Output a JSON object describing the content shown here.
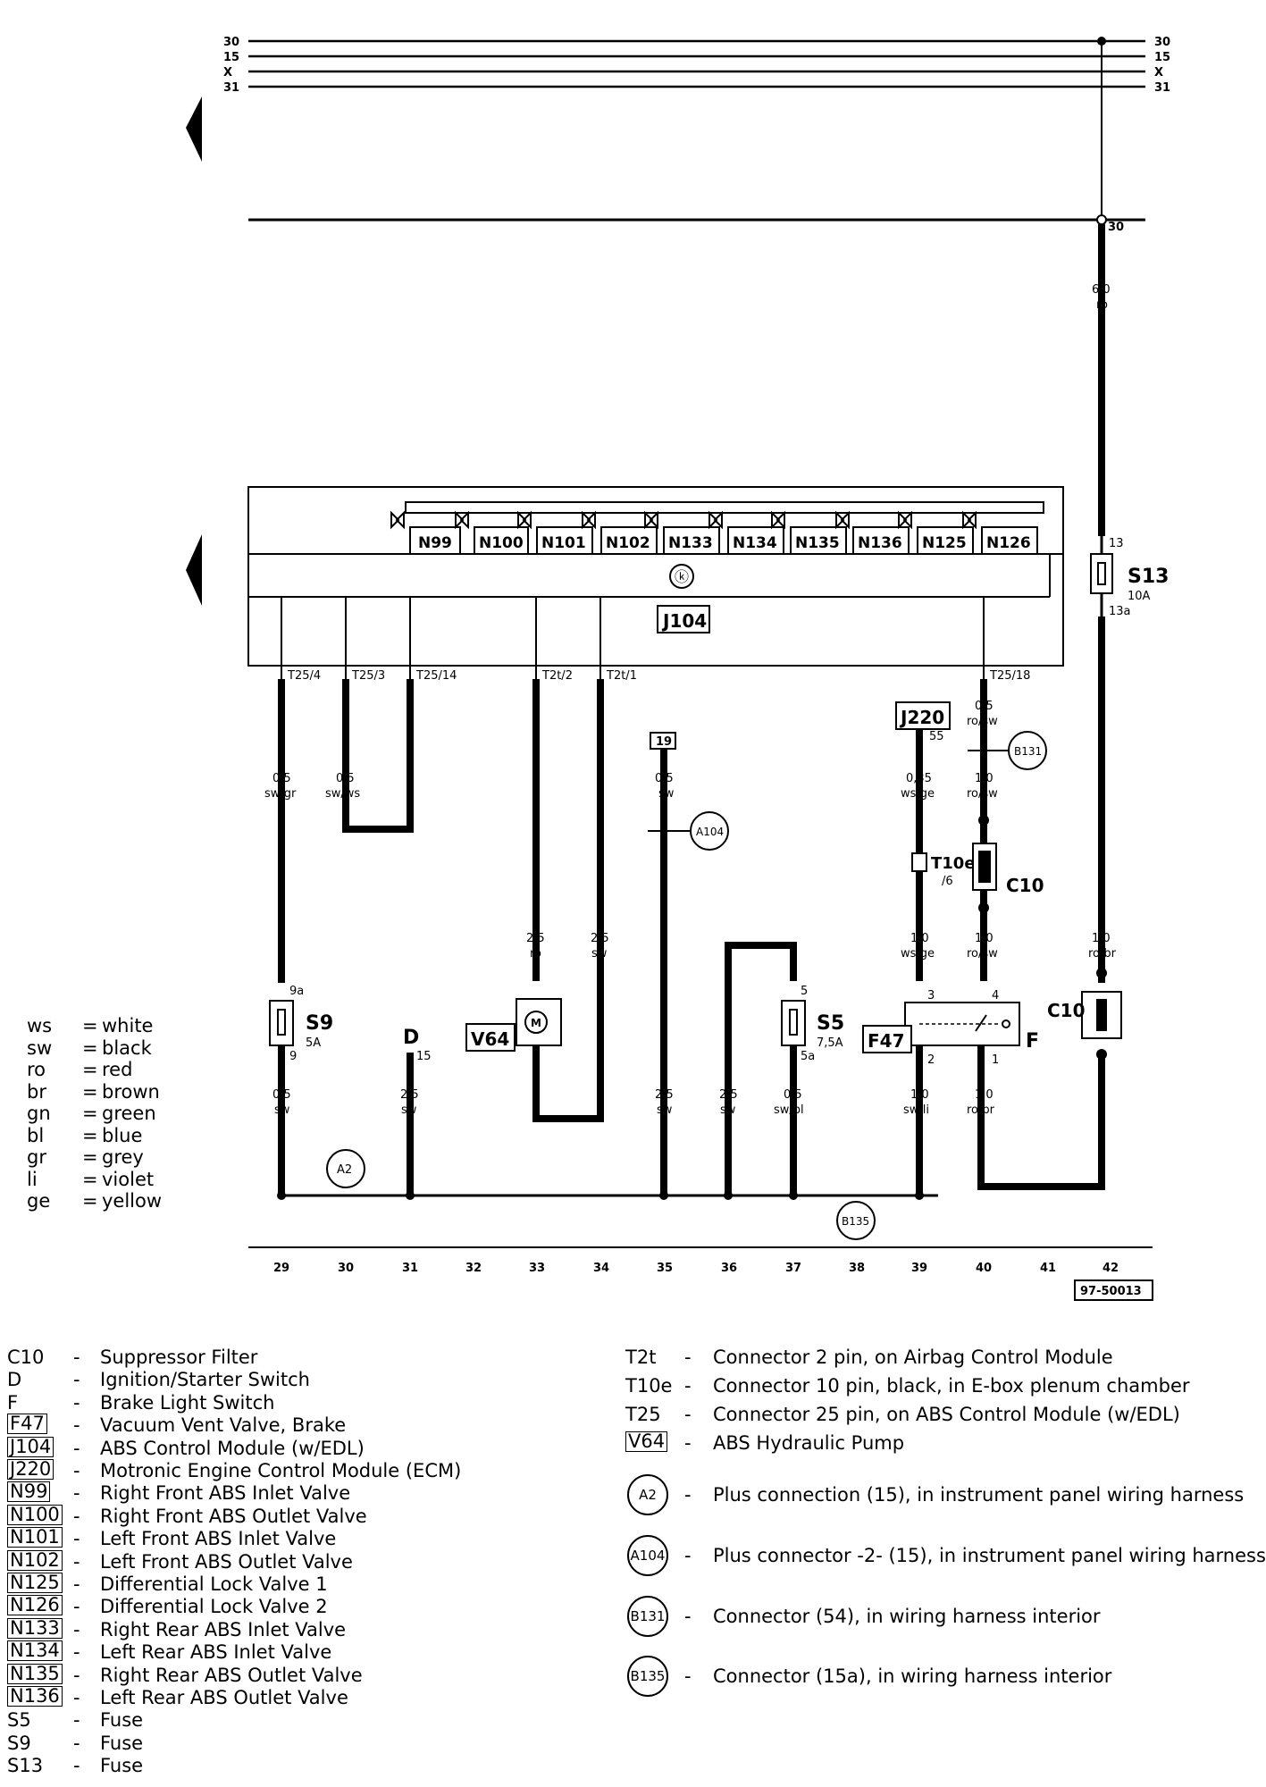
{
  "rails": [
    "30",
    "15",
    "X",
    "31"
  ],
  "rail30_tap_label": "30",
  "module": {
    "id": "J104",
    "valves": [
      "N99",
      "N100",
      "N101",
      "N102",
      "N133",
      "N134",
      "N135",
      "N136",
      "N125",
      "N126"
    ],
    "pins": [
      "T25/4",
      "T25/3",
      "T25/14",
      "T2t/2",
      "T2t/1",
      "T25/18"
    ]
  },
  "wires": [
    {
      "label": "6,0",
      "color": "ro"
    },
    {
      "label": "0,5",
      "color": "sw/gr"
    },
    {
      "label": "0,5",
      "color": "sw/ws"
    },
    {
      "label": "0,5",
      "color": "sw"
    },
    {
      "label": "0,35",
      "color": "ws/ge"
    },
    {
      "label": "0,5",
      "color": "ro/sw"
    },
    {
      "label": "1,0",
      "color": "ro/sw"
    },
    {
      "label": "2,5",
      "color": "ro"
    },
    {
      "label": "2,5",
      "color": "sw"
    },
    {
      "label": "1,0",
      "color": "ws/ge"
    },
    {
      "label": "1,0",
      "color": "ro/sw"
    },
    {
      "label": "1,0",
      "color": "ro/br"
    },
    {
      "label": "0,5",
      "color": "sw"
    },
    {
      "label": "2,5",
      "color": "sw"
    },
    {
      "label": "2,5",
      "color": "sw"
    },
    {
      "label": "2,5",
      "color": "sw"
    },
    {
      "label": "0,5",
      "color": "sw/bl"
    },
    {
      "label": "1,0",
      "color": "sw/li"
    },
    {
      "label": "1,0",
      "color": "ro/br"
    }
  ],
  "components": {
    "S13": {
      "name": "S13",
      "rating": "10A",
      "pin_top": "13",
      "pin_bottom": "13a"
    },
    "S9": {
      "name": "S9",
      "rating": "5A",
      "pin_top": "9a",
      "pin_bottom": "9"
    },
    "S5": {
      "name": "S5",
      "rating": "7,5A",
      "pin_top": "5",
      "pin_bottom": "5a"
    },
    "J220": {
      "name": "J220",
      "pin": "55"
    },
    "T10e": {
      "name": "T10e",
      "pin": "/6"
    },
    "C10a": "C10",
    "C10b": "C10",
    "V64": "V64",
    "F47": "F47",
    "F": "F",
    "D": {
      "name": "D",
      "pin": "15"
    },
    "ref19": "19",
    "F47_pins": [
      "3",
      "4",
      "2",
      "1"
    ]
  },
  "grounds": [
    "A2",
    "A104",
    "B131",
    "B135"
  ],
  "tracks": [
    "29",
    "30",
    "31",
    "32",
    "33",
    "34",
    "35",
    "36",
    "37",
    "38",
    "39",
    "40",
    "41",
    "42"
  ],
  "figure_id": "97-50013",
  "color_key": [
    {
      "code": "ws",
      "name": "white"
    },
    {
      "code": "sw",
      "name": "black"
    },
    {
      "code": "ro",
      "name": "red"
    },
    {
      "code": "br",
      "name": "brown"
    },
    {
      "code": "gn",
      "name": "green"
    },
    {
      "code": "bl",
      "name": "blue"
    },
    {
      "code": "gr",
      "name": "grey"
    },
    {
      "code": "li",
      "name": "violet"
    },
    {
      "code": "ge",
      "name": "yellow"
    }
  ],
  "legend_left": [
    {
      "code": "C10",
      "boxed": false,
      "desc": "Suppressor Filter"
    },
    {
      "code": "D",
      "boxed": false,
      "desc": "Ignition/Starter Switch"
    },
    {
      "code": "F",
      "boxed": false,
      "desc": "Brake Light Switch"
    },
    {
      "code": "F47",
      "boxed": true,
      "desc": "Vacuum Vent Valve, Brake"
    },
    {
      "code": "J104",
      "boxed": true,
      "desc": "ABS Control Module (w/EDL)"
    },
    {
      "code": "J220",
      "boxed": true,
      "desc": "Motronic Engine Control Module (ECM)"
    },
    {
      "code": "N99",
      "boxed": true,
      "desc": "Right Front ABS Inlet Valve"
    },
    {
      "code": "N100",
      "boxed": true,
      "desc": "Right Front ABS Outlet Valve"
    },
    {
      "code": "N101",
      "boxed": true,
      "desc": "Left Front ABS Inlet Valve"
    },
    {
      "code": "N102",
      "boxed": true,
      "desc": "Left Front ABS Outlet Valve"
    },
    {
      "code": "N125",
      "boxed": true,
      "desc": "Differential Lock Valve 1"
    },
    {
      "code": "N126",
      "boxed": true,
      "desc": "Differential Lock Valve 2"
    },
    {
      "code": "N133",
      "boxed": true,
      "desc": "Right Rear ABS Inlet Valve"
    },
    {
      "code": "N134",
      "boxed": true,
      "desc": "Left Rear ABS Inlet Valve"
    },
    {
      "code": "N135",
      "boxed": true,
      "desc": "Right Rear ABS Outlet Valve"
    },
    {
      "code": "N136",
      "boxed": true,
      "desc": "Left Rear ABS Outlet Valve"
    },
    {
      "code": "S5",
      "boxed": false,
      "desc": "Fuse"
    },
    {
      "code": "S9",
      "boxed": false,
      "desc": "Fuse"
    },
    {
      "code": "S13",
      "boxed": false,
      "desc": "Fuse"
    }
  ],
  "legend_right": [
    {
      "code": "T2t",
      "kind": "text",
      "desc": "Connector 2 pin, on Airbag Control Module"
    },
    {
      "code": "T10e",
      "kind": "text",
      "desc": "Connector 10 pin, black, in E-box plenum chamber"
    },
    {
      "code": "T25",
      "kind": "text",
      "desc": "Connector 25 pin, on ABS Control Module (w/EDL)"
    },
    {
      "code": "V64",
      "kind": "boxed",
      "desc": "ABS Hydraulic Pump"
    },
    {
      "code": "A2",
      "kind": "circle",
      "desc": "Plus connection (15), in instrument panel wiring harness"
    },
    {
      "code": "A104",
      "kind": "circle",
      "desc": "Plus connector -2- (15), in instrument panel wiring harness"
    },
    {
      "code": "B131",
      "kind": "circle",
      "desc": "Connector (54), in wiring harness interior"
    },
    {
      "code": "B135",
      "kind": "circle",
      "desc": "Connector (15a), in wiring harness interior"
    }
  ]
}
